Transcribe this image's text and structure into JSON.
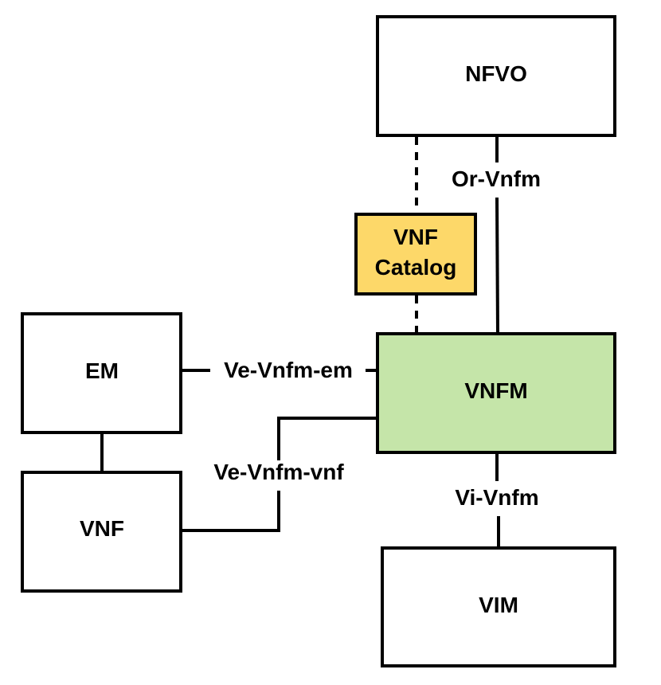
{
  "nodes": {
    "nfvo": {
      "label": "NFVO"
    },
    "vnf_catalog": {
      "label_line1": "VNF",
      "label_line2": "Catalog"
    },
    "em": {
      "label": "EM"
    },
    "vnfm": {
      "label": "VNFM"
    },
    "vnf": {
      "label": "VNF"
    },
    "vim": {
      "label": "VIM"
    }
  },
  "interfaces": {
    "or_vnfm": "Or-Vnfm",
    "ve_vnfm_em": "Ve-Vnfm-em",
    "ve_vnfm_vnf": "Ve-Vnfm-vnf",
    "vi_vnfm": "Vi-Vnfm"
  },
  "colors": {
    "vnfm_fill": "#c5e5a9",
    "catalog_fill": "#fdd869",
    "box_fill": "#ffffff",
    "line": "#000000"
  }
}
